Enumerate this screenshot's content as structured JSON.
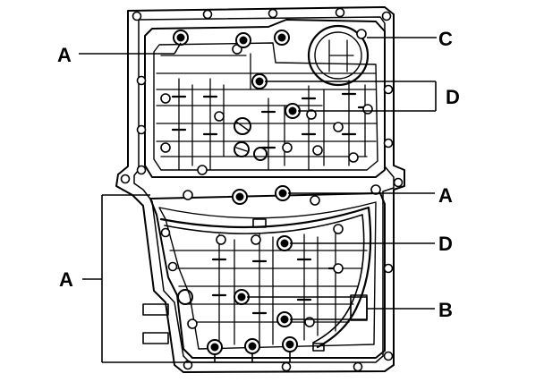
{
  "callouts": {
    "a_top": "A",
    "c": "C",
    "d_top": "D",
    "a_mid": "A",
    "d_bottom": "D",
    "a_left": "A",
    "b": "B"
  },
  "colors": {
    "ink": "#000000",
    "paper": "#ffffff"
  }
}
